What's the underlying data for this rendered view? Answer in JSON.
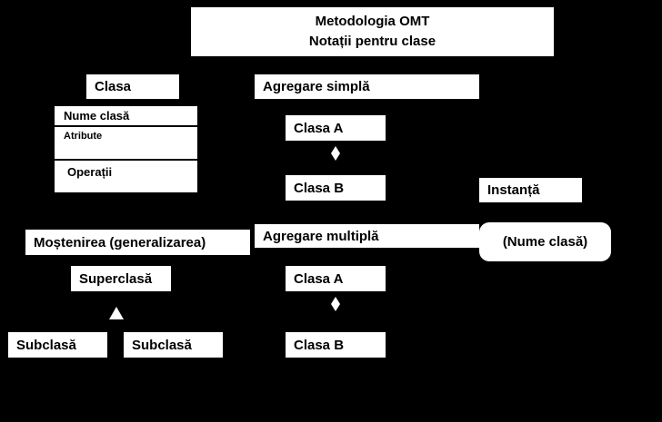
{
  "diagram": {
    "background_color": "#000000",
    "box_color": "#ffffff",
    "text_color": "#000000",
    "title": {
      "line1": "Metodologia OMT",
      "line2": "Notații pentru clase"
    },
    "sections": {
      "clasa": {
        "header": "Clasa",
        "class_box": {
          "name": "Nume clasă",
          "attributes": "Atribute",
          "operations": "Operații"
        }
      },
      "agregare_simpla": {
        "header": "Agregare simplă",
        "top_class": "Clasa A",
        "bottom_class": "Clasa B",
        "connector": "filled-diamond"
      },
      "agregare_multipla": {
        "header": "Agregare multiplă",
        "top_class": "Clasa A",
        "bottom_class": "Clasa B",
        "connector": "filled-diamond"
      },
      "mostenirea": {
        "header": "Moștenirea (generalizarea)",
        "superclass": "Superclasă",
        "subclass_left": "Subclasă",
        "subclass_right": "Subclasă",
        "connector": "hollow-triangle"
      },
      "instanta": {
        "header": "Instanță",
        "instance_name": "(Nume clasă)"
      }
    }
  }
}
